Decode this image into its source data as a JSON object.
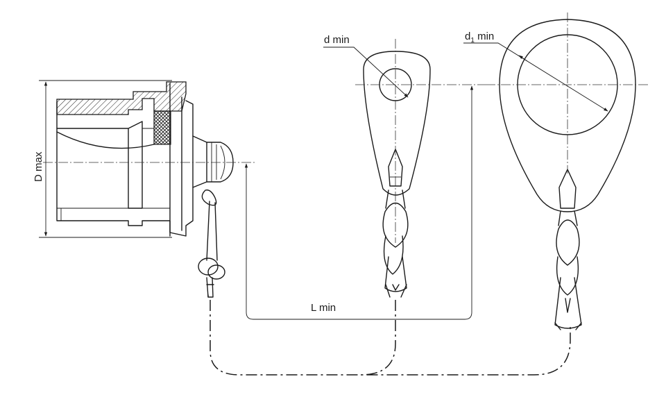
{
  "labels": {
    "d_min": "d min",
    "d1_base": "d",
    "d1_subscript": "1",
    "d1_suffix": " min",
    "D_max": "D max",
    "L_min": "L min"
  }
}
